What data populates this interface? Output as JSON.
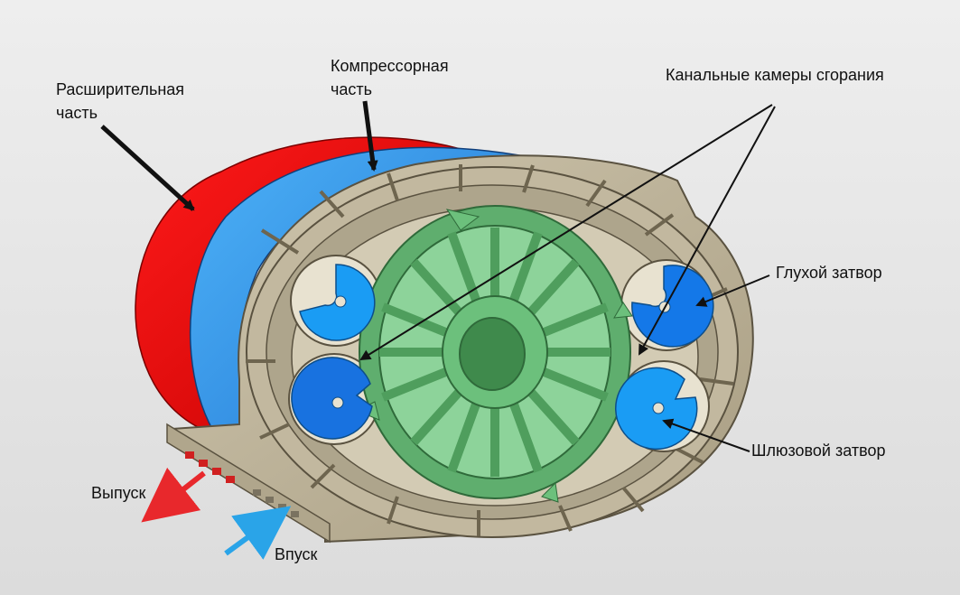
{
  "labels": {
    "expansion_line1": "Расширительная",
    "expansion_line2": "часть",
    "compressor_line1": "Компрессорная",
    "compressor_line2": "часть",
    "channel_chambers": "Канальные камеры сгорания",
    "blind_valve": "Глухой затвор",
    "sluice_valve": "Шлюзовой затвор",
    "exhaust": "Выпуск",
    "intake": "Впуск"
  },
  "colors": {
    "expansion_section": "#e00000",
    "compressor_section": "#2c8be8",
    "housing": "#b8ae94",
    "rotor": "#6cc07c",
    "valves": "#1a8cf0",
    "exhaust_arrow": "#e8282c",
    "intake_arrow": "#2aa4e8",
    "pointer_lines": "#111111"
  }
}
